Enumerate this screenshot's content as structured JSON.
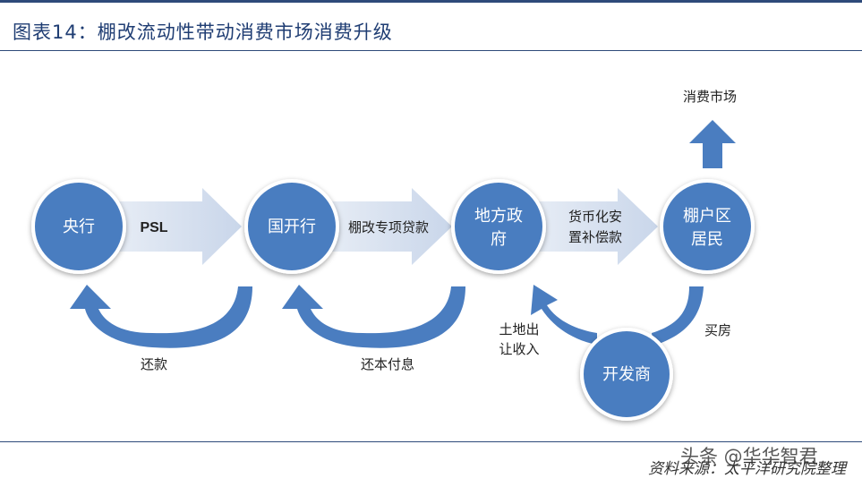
{
  "title": "图表14：棚改流动性带动消费市场消费升级",
  "nodes": {
    "central_bank": "央行",
    "cdb": "国开行",
    "local_gov_1": "地方政",
    "local_gov_2": "府",
    "residents_1": "棚户区",
    "residents_2": "居民",
    "developer": "开发商"
  },
  "arrows": {
    "psl": "PSL",
    "loan": "棚改专项贷款",
    "compensation_1": "货币化安",
    "compensation_2": "置补偿款",
    "repay": "还款",
    "repay_interest": "还本付息",
    "land_1": "土地出",
    "land_2": "让收入",
    "buy_house": "买房",
    "consumer_market": "消费市场"
  },
  "source": "资料来源：太平洋研究院整理",
  "watermark": "头条 @华华智君",
  "colors": {
    "node_fill": "#4a7dc0",
    "node_border": "#ffffff",
    "arrow_fill": "#d7e1ef",
    "curve_fill": "#4a7dc0",
    "title": "#1f3d73"
  }
}
